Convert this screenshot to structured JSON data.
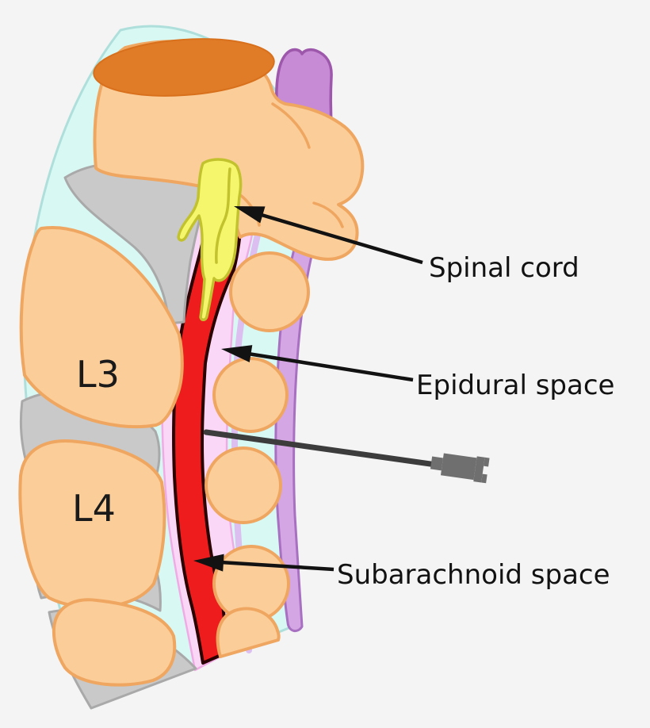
{
  "diagram": {
    "vertebra_labels": [
      "L3",
      "L4"
    ],
    "annotations": [
      "Spinal cord",
      "Epidural space",
      "Subarachnoid space"
    ],
    "colors": {
      "background": "#F4F4F4",
      "bone_fill": "#FBCD98",
      "bone_outline": "#EFA661",
      "disc_gray": "#C9C9C9",
      "ligament_cyan": "#D8F8F4",
      "epidural_pink": "#FAD7F6",
      "subarachnoid_red": "#EE1C1C",
      "subarachnoid_outline": "#2B0000",
      "spinal_cord_yellow": "#F6F66C",
      "dura_lavender": "#DDBEF0",
      "ligament_purple_strip": "#D5A6E4",
      "process_purple": "#C78AD4",
      "endplate_orange": "#E07B28",
      "needle_shaft_gray": "#3C3C3C",
      "needle_hub_gray": "#6F6F6F",
      "annotation_black": "#121212"
    }
  }
}
